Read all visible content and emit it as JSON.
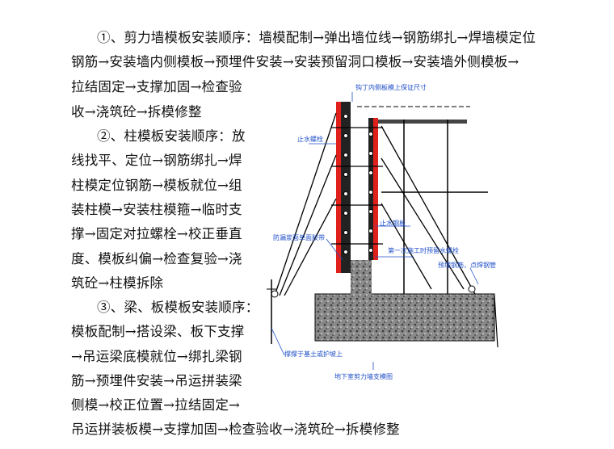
{
  "text": {
    "l1": "①、剪力墙模板安装顺序：墙模配制→弹出墙位线→钢筋绑扎→焊墙模定位",
    "l2": "钢筋→安装墙内侧模板→预埋件安装→安装预留洞口模板→安装墙外侧模板→",
    "l3": "拉结固定→支撑加固→检查验",
    "l4": "收→浇筑砼→拆模修整",
    "l5": "②、柱模板安装顺序：放",
    "l6": "线找平、定位→钢筋绑扎→焊",
    "l7": "柱模定位钢筋→模板就位→组",
    "l8": "装柱模→安装柱模箍→临时支",
    "l9": "撑→固定对拉螺栓→校正垂直",
    "l10": "度、模板纠偏→检查复验→浇",
    "l11": "筑砼→柱模拆除",
    "l12": "③、梁、板模板安装顺序：",
    "l13": "模板配制→搭设梁、板下支撑",
    "l14": "→吊运梁底模就位→绑扎梁钢",
    "l15": "筋→预埋件安装→吊运拼装梁",
    "l16": "侧模→校正位置→拉结固定→",
    "l17": "吊运拼装板模→支撑加固→检查验收→浇筑砼→拆模修整"
  },
  "figure": {
    "label_top": "钩丁内侧板模上保证尺寸",
    "label_stop_bolt_left": "止水螺栓",
    "label_stop_bolt_right": "止水钢板",
    "label_seal": "防漏浆面单面胶带",
    "label_first_pour": "第一次施工时预留水螺栓",
    "label_weld": "预埋钢筋，点焊钢管",
    "label_support": "撑撑于基土或护坡上",
    "caption": "地下室剪力墙支模图"
  }
}
